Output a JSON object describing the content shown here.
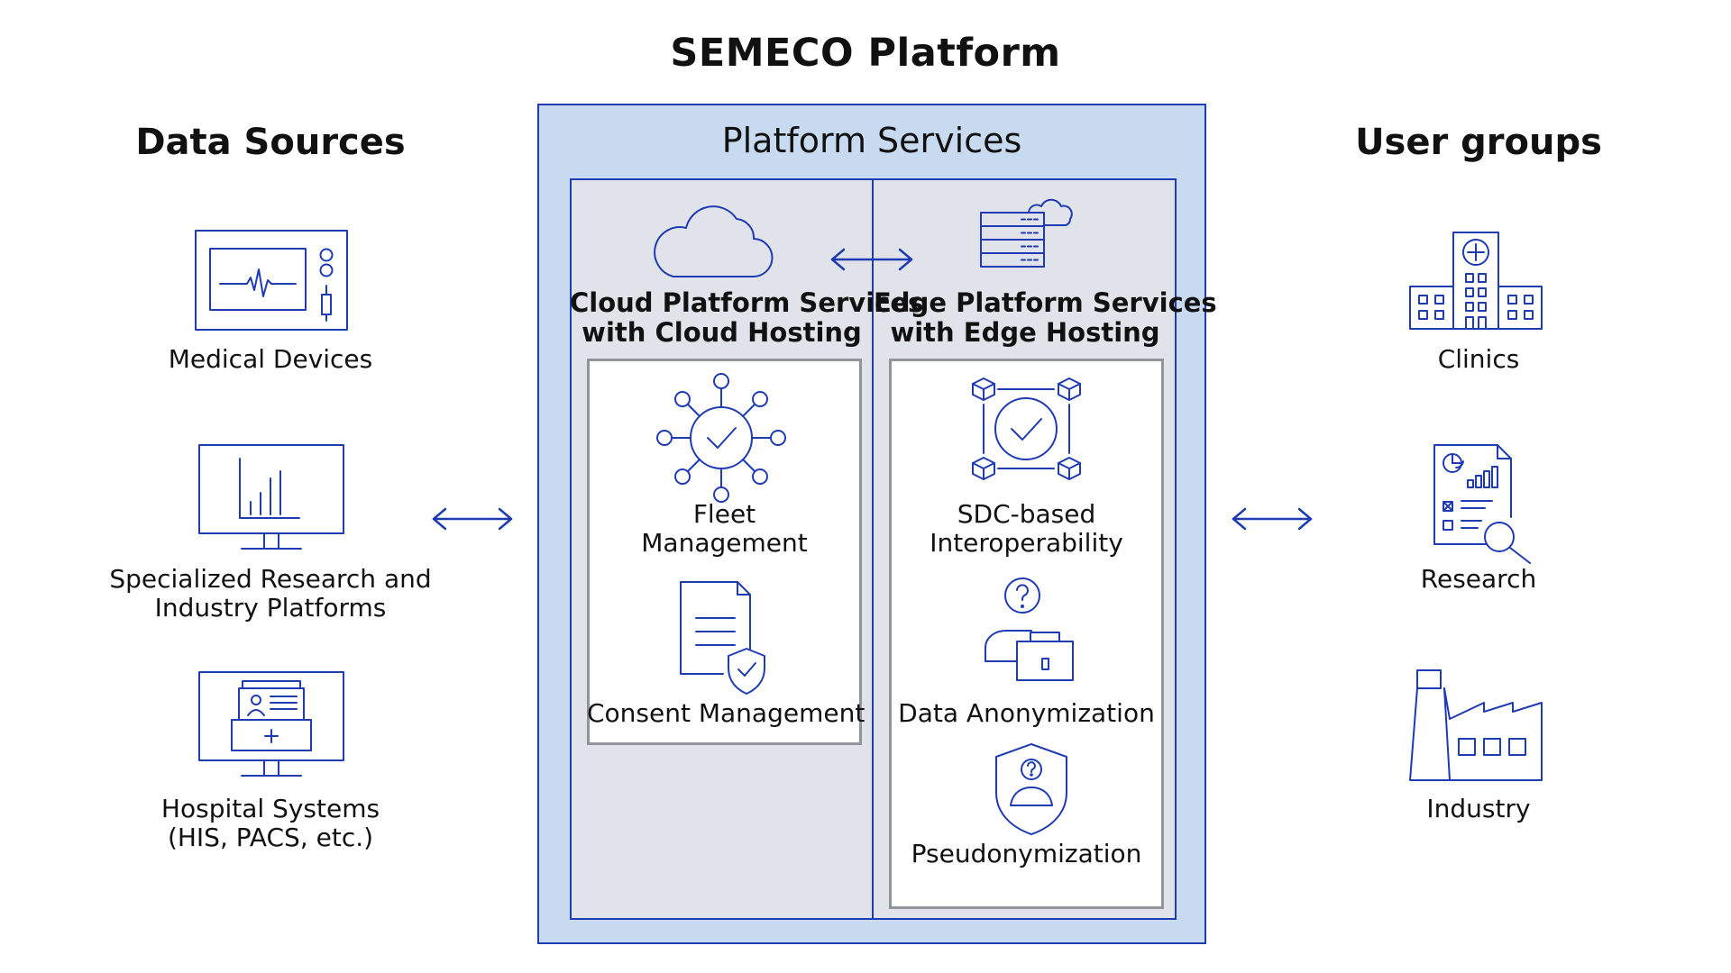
{
  "title": "SEMECO Platform",
  "colors": {
    "accent": "#1f3bb3",
    "platform_fill": "#c8daef",
    "inner_fill": "#e0e4ea",
    "panel_border": "#8f959b",
    "panel_fill": "#ffffff"
  },
  "data_sources": {
    "heading": "Data Sources",
    "items": [
      {
        "icon": "medical-monitor-icon",
        "label_lines": [
          "Medical Devices"
        ]
      },
      {
        "icon": "bar-chart-monitor-icon",
        "label_lines": [
          "Specialized Research and",
          "Industry Platforms"
        ]
      },
      {
        "icon": "patient-record-monitor-icon",
        "label_lines": [
          "Hospital Systems",
          "(HIS, PACS, etc.)"
        ]
      }
    ]
  },
  "platform": {
    "heading": "Platform Services",
    "cloud": {
      "icon": "cloud-icon",
      "title_lines": [
        "Cloud Platform Services",
        "with Cloud Hosting"
      ],
      "services": [
        {
          "icon": "network-check-icon",
          "label_lines": [
            "Fleet",
            "Management"
          ]
        },
        {
          "icon": "document-shield-icon",
          "label_lines": [
            "Consent Management"
          ]
        }
      ]
    },
    "edge": {
      "icon": "server-cloud-icon",
      "title_lines": [
        "Edge Platform Services",
        "with Edge Hosting"
      ],
      "services": [
        {
          "icon": "cubes-check-icon",
          "label_lines": [
            "SDC-based",
            "Interoperability"
          ]
        },
        {
          "icon": "person-briefcase-question-icon",
          "label_lines": [
            "Data Anonymization"
          ]
        },
        {
          "icon": "shield-person-icon",
          "label_lines": [
            "Pseudonymization"
          ]
        }
      ]
    }
  },
  "user_groups": {
    "heading": "User groups",
    "items": [
      {
        "icon": "hospital-building-icon",
        "label_lines": [
          "Clinics"
        ]
      },
      {
        "icon": "report-magnifier-icon",
        "label_lines": [
          "Research"
        ]
      },
      {
        "icon": "factory-icon",
        "label_lines": [
          "Industry"
        ]
      }
    ]
  }
}
